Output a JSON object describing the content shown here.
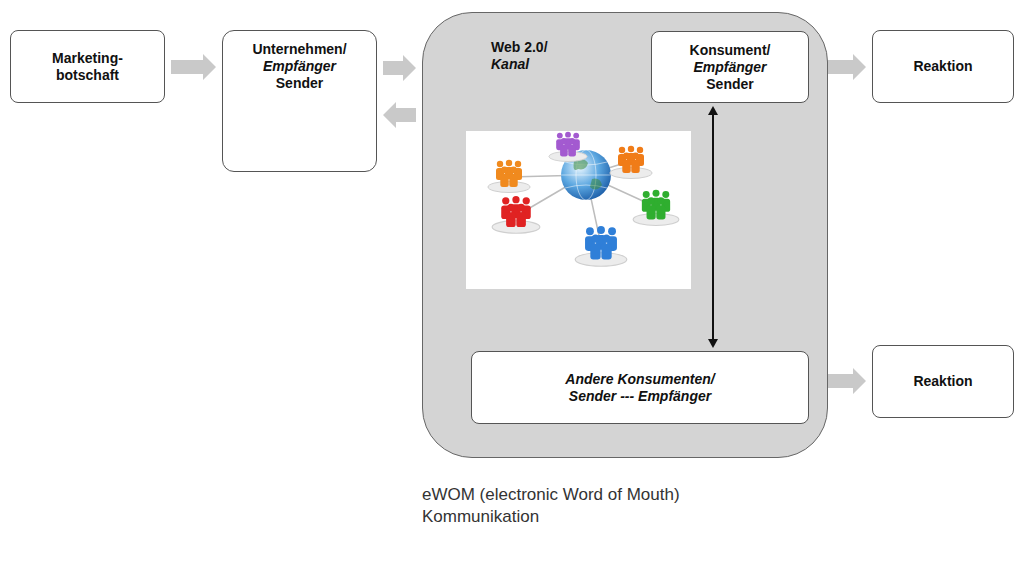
{
  "diagram": {
    "caption": "eWOM (electronic Word of Mouth) Kommunikation",
    "nodes": [
      {
        "text": [
          "Marketing- botschaft"
        ]
      },
      {
        "text": [
          "Unternehmen/",
          "Empfänger",
          "Sender"
        ]
      },
      {
        "text": [
          "Web 2.0/",
          "Kanal"
        ]
      },
      {
        "text": [
          "Konsument/",
          "Empfänger",
          "Sender"
        ],
        "in": 2
      },
      {
        "text": [
          "Andere Konsumenten/ Sender --- Empfänger"
        ],
        "in": 2
      },
      {
        "text": [
          "Reaktion"
        ]
      },
      {
        "text": [
          "Reaktion"
        ]
      }
    ],
    "edges": [
      {
        "from": 0,
        "to": 1,
        "arrow": "to"
      },
      {
        "from": 1,
        "to": 2,
        "arrow": "to"
      },
      {
        "from": 2,
        "to": 1,
        "arrow": "to"
      },
      {
        "from": 3,
        "to": 4,
        "arrow": "both"
      },
      {
        "from": 3,
        "to": 5,
        "arrow": "to"
      },
      {
        "from": 4,
        "to": 6,
        "arrow": "to"
      }
    ]
  }
}
